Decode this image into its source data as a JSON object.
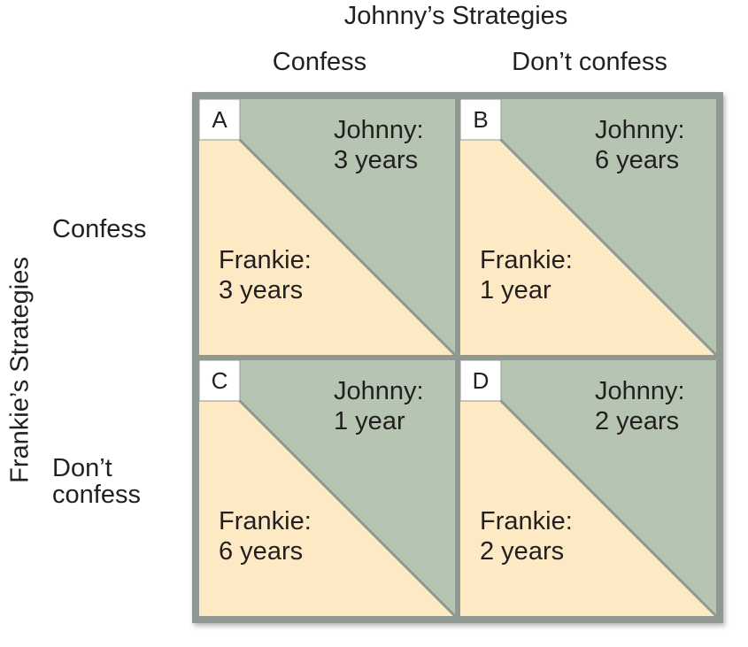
{
  "matrix": {
    "column_player_title": "Johnny’s Strategies",
    "row_player_title": "Frankie’s Strategies",
    "column_strategies": [
      "Confess",
      "Don’t confess"
    ],
    "row_strategies": [
      "Confess",
      "Don’t\nconfess"
    ],
    "cells": [
      {
        "label": "A",
        "johnny_name": "Johnny:",
        "johnny_value": "3 years",
        "frankie_name": "Frankie:",
        "frankie_value": "3 years"
      },
      {
        "label": "B",
        "johnny_name": "Johnny:",
        "johnny_value": "6 years",
        "frankie_name": "Frankie:",
        "frankie_value": "1 year"
      },
      {
        "label": "C",
        "johnny_name": "Johnny:",
        "johnny_value": "1 year",
        "frankie_name": "Frankie:",
        "frankie_value": "6 years"
      },
      {
        "label": "D",
        "johnny_name": "Johnny:",
        "johnny_value": "2 years",
        "frankie_name": "Frankie:",
        "frankie_value": "2 years"
      }
    ]
  },
  "colors": {
    "johnny_region": "#b5c5b2",
    "frankie_region": "#fde9c4",
    "grid_line": "#8f9991",
    "label_box": "#ffffff",
    "text": "#231f20"
  }
}
